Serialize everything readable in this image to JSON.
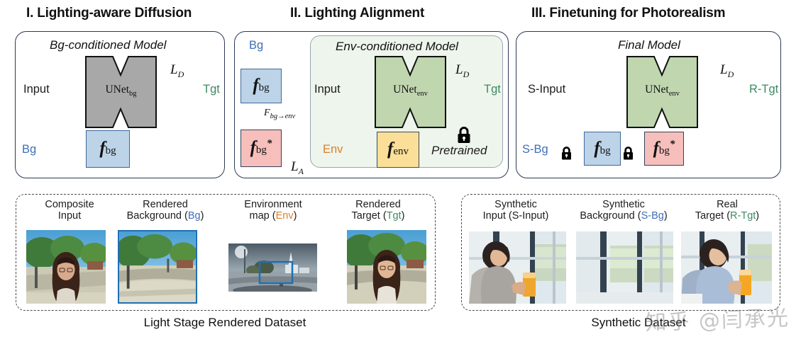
{
  "panels": [
    {
      "title": "I. Lighting-aware Diffusion",
      "model_label": "Bg-conditioned Model",
      "unet_label": "UNet",
      "unet_sub": "bg",
      "input_label": "Input",
      "target_label": "Tgt",
      "bg_label": "Bg",
      "loss": "L",
      "loss_sub": "D",
      "fbg": "f",
      "fbg_sub": "bg"
    },
    {
      "title": "II. Lighting Alignment",
      "model_label": "Env-conditioned Model",
      "unet_label": "UNet",
      "unet_sub": "env",
      "input_label": "Input",
      "target_label": "Tgt",
      "bg_label": "Bg",
      "env_label": "Env",
      "pretrained_label": "Pretrained",
      "loss_d": "L",
      "loss_d_sub": "D",
      "loss_a": "L",
      "loss_a_sub": "A",
      "transfer": "F",
      "transfer_sub": "bg→env",
      "fbg": "f",
      "fbg_sub": "bg",
      "fbg_star": "*",
      "fenv": "f",
      "fenv_sub": "env"
    },
    {
      "title": "III. Finetuning for Photorealism",
      "model_label": "Final Model",
      "unet_label": "UNet",
      "unet_sub": "env",
      "input_label": "S-Input",
      "target_label": "R-Tgt",
      "bg_label": "S-Bg",
      "loss": "L",
      "loss_sub": "D",
      "fbg": "f",
      "fbg_sub": "bg",
      "fbg_star": "*"
    }
  ],
  "datasets": [
    {
      "caption": "Light Stage Rendered Dataset",
      "thumbs": [
        {
          "line1": "Composite",
          "line2": "Input",
          "tag": "",
          "tag_color": ""
        },
        {
          "line1": "Rendered",
          "line2": "Background (",
          "tag": "Bg",
          "tag_color": "blue",
          "line2_end": ")"
        },
        {
          "line1": "Environment",
          "line2": "map (",
          "tag": "Env",
          "tag_color": "orange",
          "line2_end": ")"
        },
        {
          "line1": "Rendered",
          "line2": "Target (",
          "tag": "Tgt",
          "tag_color": "green",
          "line2_end": ")"
        }
      ]
    },
    {
      "caption": "Synthetic Dataset",
      "thumbs": [
        {
          "line1": "Synthetic",
          "line2": "Input (S-Input)",
          "tag": "",
          "tag_color": ""
        },
        {
          "line1": "Synthetic",
          "line2": "Background (",
          "tag": "S-Bg",
          "tag_color": "blue",
          "line2_end": ")"
        },
        {
          "line1": "Real",
          "line2": "Target (",
          "tag": "R-Tgt",
          "tag_color": "green",
          "line2_end": ")"
        }
      ]
    }
  ],
  "watermark": "知乎 @闫承光",
  "colors": {
    "unet_gray": "#a8a8a8",
    "unet_green": "#bfd6af",
    "panel_green_bg": "#eef5ec",
    "fbg_blue": "#bcd3e8",
    "fbg_pink": "#f6bfbc",
    "fenv_yellow": "#fbdf98",
    "blue_text": "#3f6fb5",
    "green_text": "#3e8a63",
    "orange_text": "#d9802a",
    "selection_blue": "#1f6fb5"
  }
}
